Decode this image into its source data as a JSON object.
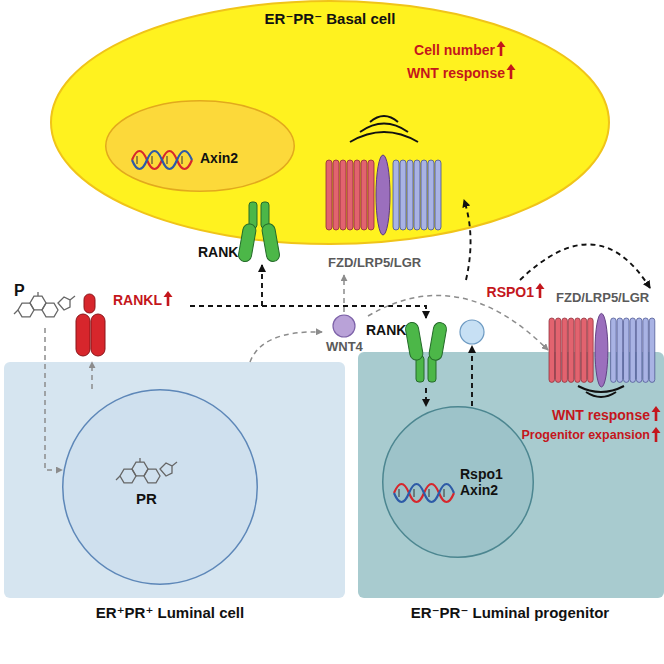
{
  "diagram": {
    "nodes": [
      {
        "text": [
          "ER⁻PR⁻ Basal cell",
          "Cell number",
          "WNT response"
        ]
      },
      {
        "text": [
          "Axin2"
        ],
        "in": 0
      },
      {
        "text": [
          "FZD/LRP5/LGR"
        ],
        "in": 0
      },
      {
        "text": [
          "RANK"
        ]
      },
      {
        "text": [
          "P"
        ]
      },
      {
        "text": [
          "RANKL"
        ]
      },
      {
        "text": [
          "WNT4"
        ]
      },
      {
        "text": [
          "RANK"
        ]
      },
      {
        "text": [
          "RSPO1"
        ]
      },
      {
        "text": [
          "ER⁺PR⁺ Luminal cell"
        ]
      },
      {
        "text": [
          "PR"
        ],
        "in": 9
      },
      {
        "text": [
          "ER⁻PR⁻ Luminal progenitor",
          "WNT response",
          "Progenitor expansion"
        ]
      },
      {
        "text": [
          "FZD/LRP5/LGR"
        ],
        "in": 11
      },
      {
        "text": [
          "Rspo1 Axin2"
        ],
        "in": 11
      }
    ],
    "edges": [
      {
        "from": 4,
        "to": 10,
        "arrow": "to"
      },
      {
        "from": 10,
        "to": 5,
        "arrow": "to"
      },
      {
        "from": 5,
        "to": 3,
        "arrow": "to"
      },
      {
        "from": 5,
        "to": 7,
        "arrow": "to"
      },
      {
        "from": 7,
        "to": 13,
        "arrow": "to"
      },
      {
        "from": 13,
        "to": 8,
        "arrow": "to"
      },
      {
        "from": 8,
        "to": 2,
        "arrow": "to"
      },
      {
        "from": 8,
        "to": 12,
        "arrow": "to"
      },
      {
        "from": 9,
        "to": 6,
        "arrow": "to"
      },
      {
        "from": 6,
        "to": 2,
        "arrow": "to"
      },
      {
        "from": 6,
        "to": 12,
        "arrow": "to"
      }
    ]
  }
}
